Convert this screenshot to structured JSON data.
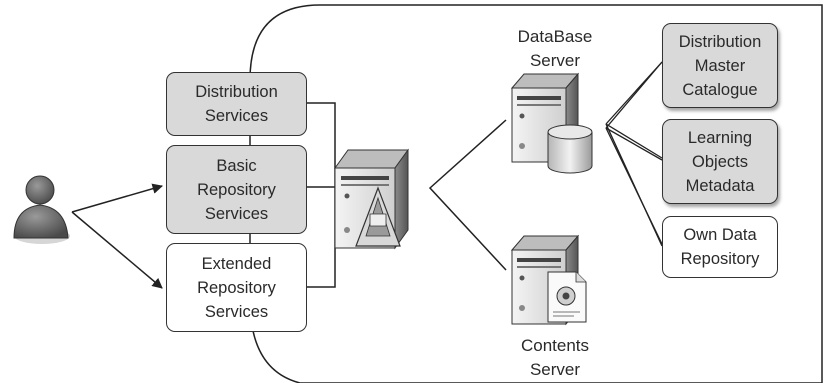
{
  "left_services": [
    {
      "label": "Distribution\nServices",
      "shaded": true
    },
    {
      "label": "Basic\nRepository\nServices",
      "shaded": true
    },
    {
      "label": "Extended\nRepository\nServices",
      "shaded": false
    }
  ],
  "servers": {
    "database": "DataBase\nServer",
    "contents": "Contents\nServer"
  },
  "right_stores": [
    {
      "label": "Distribution\nMaster\nCatalogue",
      "shaded": true
    },
    {
      "label": "Learning\nObjects\nMetadata",
      "shaded": true
    },
    {
      "label": "Own Data\nRepository",
      "shaded": false
    }
  ],
  "icons": {
    "user": "user-icon",
    "app_server": "application-server-icon",
    "db_server": "database-server-icon",
    "contents_server": "contents-server-icon"
  },
  "colors": {
    "shaded_box": "#d9d9d9",
    "border": "#333333",
    "server_body": "#e6e6e6",
    "user": "#666666"
  }
}
